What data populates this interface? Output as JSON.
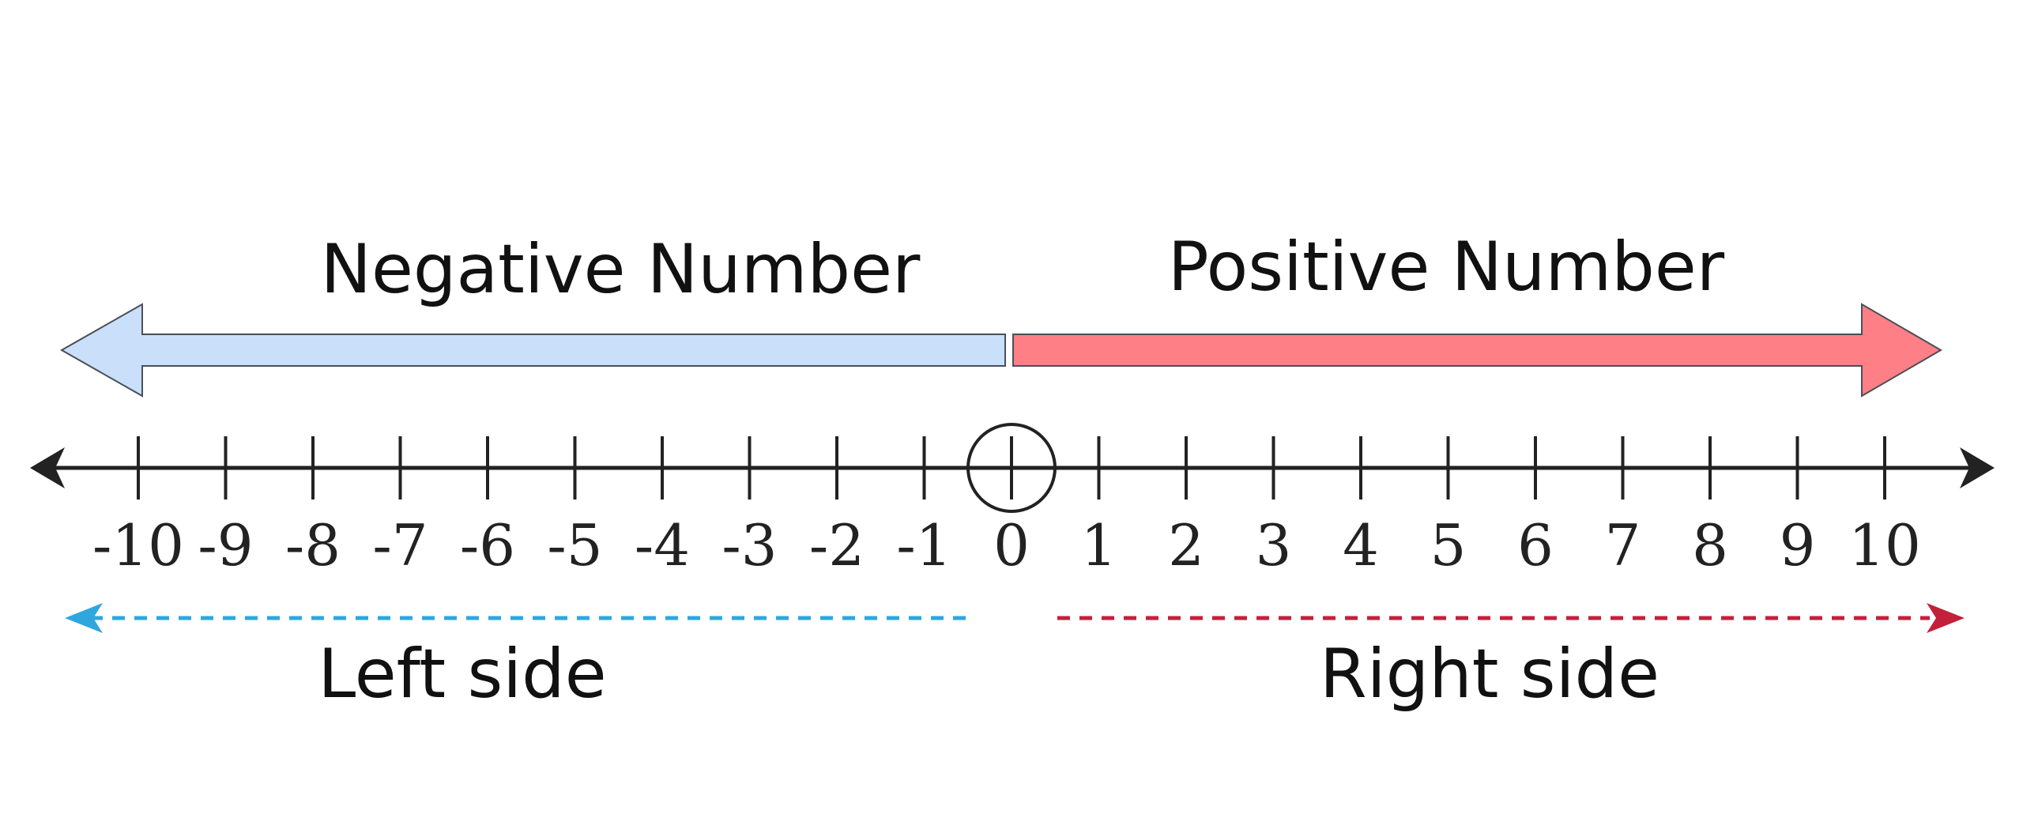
{
  "labels": {
    "negative": "Negative Number",
    "positive": "Positive Number",
    "left_side": "Left side",
    "right_side": "Right side"
  },
  "number_line": {
    "min": -10,
    "max": 10,
    "ticks": [
      "-10",
      "-9",
      "-8",
      "-7",
      "-6",
      "-5",
      "-4",
      "-3",
      "-2",
      "-1",
      "0",
      "1",
      "2",
      "3",
      "4",
      "5",
      "6",
      "7",
      "8",
      "9",
      "10"
    ],
    "highlighted": "0"
  },
  "colors": {
    "negative_fill": "#c9dffa",
    "positive_fill": "#ff7f86",
    "left_arrow": "#2ea7df",
    "right_arrow": "#c3203b",
    "axis": "#222222"
  }
}
